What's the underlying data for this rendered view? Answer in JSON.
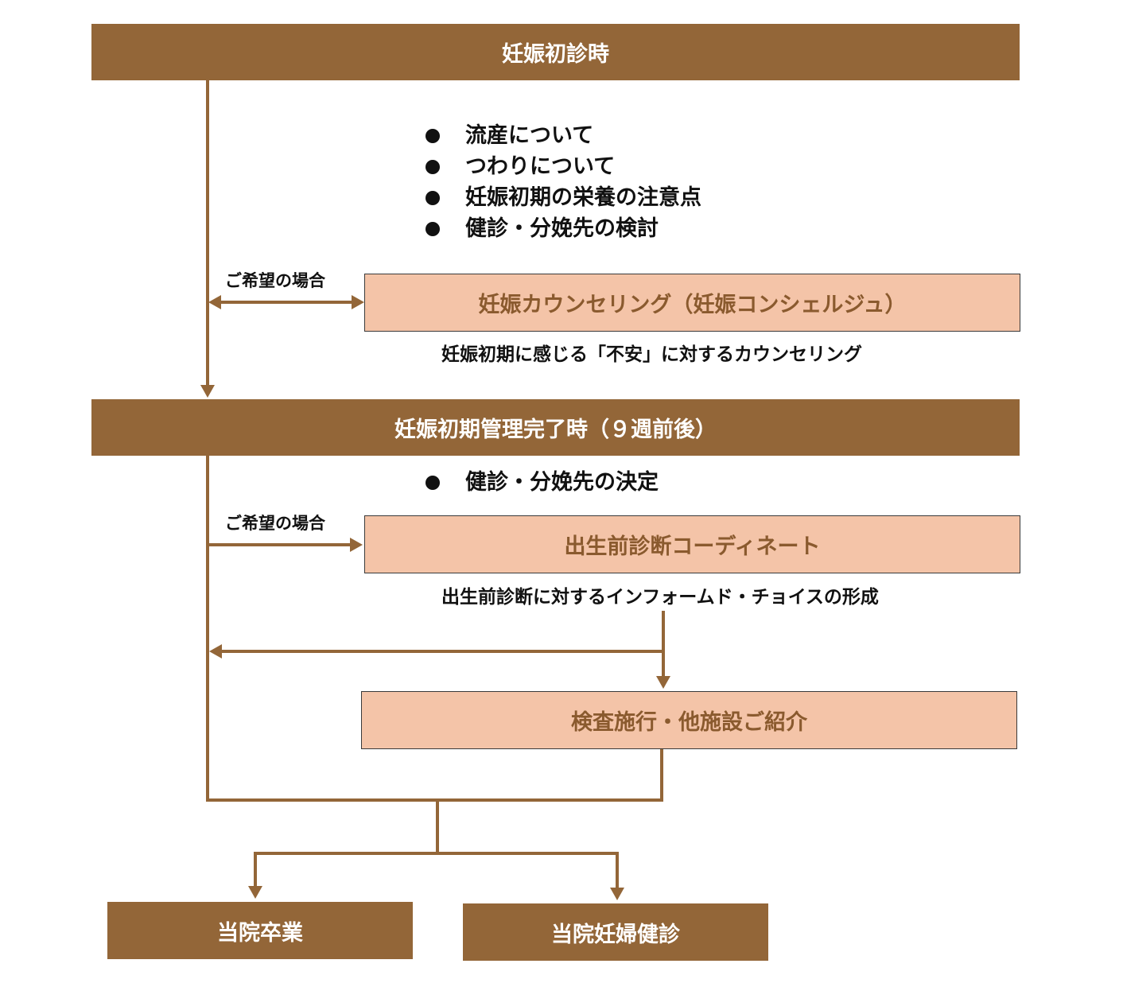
{
  "colors": {
    "band": "#936638",
    "connector": "#936638",
    "box_fill": "#f4c4a8",
    "box_text": "#8a5a2e"
  },
  "stages": {
    "first_visit": "妊娠初診時",
    "early_complete": "妊娠初期管理完了時（９週前後）",
    "graduation": "当院卒業",
    "checkup": "当院妊婦健診"
  },
  "first_visit_topics": [
    "流産について",
    "つわりについて",
    "妊娠初期の栄養の注意点",
    "健診・分娩先の検討"
  ],
  "early_complete_topics": [
    "健診・分娩先の決定"
  ],
  "counseling": {
    "condition": "ご希望の場合",
    "title": "妊娠カウンセリング（妊娠コンシェルジュ）",
    "description": "妊娠初期に感じる「不安」に対するカウンセリング"
  },
  "prenatal": {
    "condition": "ご希望の場合",
    "title": "出生前診断コーディネート",
    "description": "出生前診断に対するインフォームド・チョイスの形成"
  },
  "testing": {
    "title": "検査施行・他施設ご紹介"
  }
}
